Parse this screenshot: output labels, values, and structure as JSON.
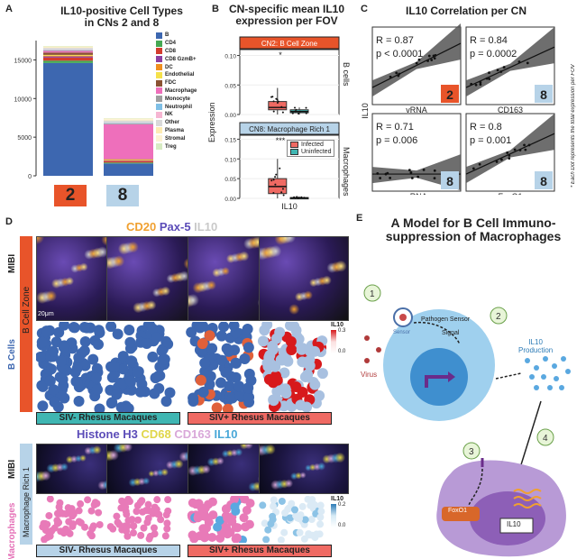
{
  "panel_labels": {
    "a": "A",
    "b": "B",
    "c": "C",
    "d": "D",
    "e": "E"
  },
  "panel_a": {
    "title_line1": "IL10-positive Cell Types",
    "title_line2": "in CNs 2 and 8",
    "cn_badges": [
      {
        "label": "2",
        "color": "#e8542a"
      },
      {
        "label": "8",
        "color": "#b7d3e8"
      }
    ],
    "legend": [
      {
        "label": "B",
        "color": "#3d67b0"
      },
      {
        "label": "CD4",
        "color": "#45a853"
      },
      {
        "label": "CD8",
        "color": "#d33c2e"
      },
      {
        "label": "CD8 GzmB+",
        "color": "#8c3fa1"
      },
      {
        "label": "DC",
        "color": "#f08f1f"
      },
      {
        "label": "Endothelial",
        "color": "#f5e14a"
      },
      {
        "label": "FDC",
        "color": "#8a5232"
      },
      {
        "label": "Macrophage",
        "color": "#ee6fbb"
      },
      {
        "label": "Monocyte",
        "color": "#9e9e9e"
      },
      {
        "label": "Neutrophil",
        "color": "#7fbfe6"
      },
      {
        "label": "NK",
        "color": "#f6b6d2"
      },
      {
        "label": "Other",
        "color": "#d9d9d9"
      },
      {
        "label": "Plasma",
        "color": "#fdebb3"
      },
      {
        "label": "Stromal",
        "color": "#fdf3d3"
      },
      {
        "label": "Treg",
        "color": "#d7ebc3"
      }
    ]
  },
  "panel_b": {
    "title_line1": "CN-specific mean IL10",
    "title_line2": "expression per FOV",
    "ylabel": "Expression",
    "xlabel": "IL10",
    "top_strip": "CN2: B Cell Zone",
    "bottom_strip": "CN8: Macrophage Rich 1",
    "top_side": "B cells",
    "bottom_side": "Macrophages",
    "top_sig": "*",
    "bottom_sig": "***",
    "legend": [
      {
        "label": "Infected",
        "color": "#ef6a63"
      },
      {
        "label": "Uninfected",
        "color": "#3fb6b2"
      }
    ]
  },
  "panel_c": {
    "title": "IL10 Correlation per CN",
    "side_note": "* Each Dot represents the total expression per FOV",
    "ylabel": "IL10",
    "cells": [
      {
        "r": "R = 0.87",
        "p": "p < 0.0001",
        "badge": "2",
        "xlab": "vRNA"
      },
      {
        "r": "R = 0.84",
        "p": "p = 0.0002",
        "badge": "8",
        "xlab": "CD163"
      },
      {
        "r": "R = 0.71",
        "p": "p = 0.006",
        "badge": "8",
        "xlab": "vRNA"
      },
      {
        "r": "R = 0.8",
        "p": "p = 0.001",
        "badge": "8",
        "xlab": "FoxO1"
      }
    ]
  },
  "panel_d": {
    "header_top": [
      {
        "t": "CD20 ",
        "c": "#f0a030"
      },
      {
        "t": "Pax-5 ",
        "c": "#5b4cb8"
      },
      {
        "t": "IL10",
        "c": "#c9c9c9"
      }
    ],
    "header_bottom": [
      {
        "t": "Histone H3 ",
        "c": "#5b4cb8"
      },
      {
        "t": "CD68 ",
        "c": "#e0d64a"
      },
      {
        "t": "CD163 ",
        "c": "#d9a8d9"
      },
      {
        "t": "IL10",
        "c": "#4aa8d8"
      }
    ],
    "mibi": "MIBI",
    "top_region": "B Cell Zone",
    "top_cells": "B Cells",
    "bottom_region": "Macrophage Rich 1",
    "bottom_cells": "Macrophages",
    "scale": "20μm",
    "band_neg": "SIV- Rhesus Macaques",
    "band_pos": "SIV+ Rhesus Macaques",
    "cbar_top": {
      "title": "IL10",
      "max": "0.3",
      "min": "0.0"
    },
    "cbar_bottom": {
      "title": "IL10",
      "max": "0.2",
      "min": "0.0"
    }
  },
  "panel_e": {
    "title_line1": "A Model for B Cell Immuno-",
    "title_line2": "suppression of Macrophages",
    "pathogen_sensor": "Pathogen Sensor",
    "sensor": "Sensor",
    "signal": "Signal",
    "virus": "Virus",
    "il10_production": "IL10\nProduction",
    "foxo1": "FoxO1",
    "il10": "IL10",
    "steps": [
      "1",
      "2",
      "3",
      "4"
    ]
  },
  "chart_data": [
    {
      "type": "bar",
      "title": "IL10-positive Cell Types in CNs 2 and 8",
      "categories": [
        "2",
        "8"
      ],
      "ylim": [
        0,
        17500
      ],
      "yticks": [
        0,
        5000,
        10000,
        15000
      ],
      "series": [
        {
          "name": "B",
          "values": [
            14600,
            1600
          ]
        },
        {
          "name": "CD4",
          "values": [
            300,
            120
          ]
        },
        {
          "name": "CD8",
          "values": [
            400,
            150
          ]
        },
        {
          "name": "CD8 GzmB+",
          "values": [
            150,
            80
          ]
        },
        {
          "name": "DC",
          "values": [
            100,
            100
          ]
        },
        {
          "name": "Endothelial",
          "values": [
            100,
            80
          ]
        },
        {
          "name": "FDC",
          "values": [
            300,
            30
          ]
        },
        {
          "name": "Macrophage",
          "values": [
            200,
            4500
          ]
        },
        {
          "name": "Monocyte",
          "values": [
            100,
            100
          ]
        },
        {
          "name": "Neutrophil",
          "values": [
            50,
            60
          ]
        },
        {
          "name": "NK",
          "values": [
            60,
            40
          ]
        },
        {
          "name": "Other",
          "values": [
            200,
            300
          ]
        },
        {
          "name": "Plasma",
          "values": [
            80,
            60
          ]
        },
        {
          "name": "Stromal",
          "values": [
            100,
            200
          ]
        },
        {
          "name": "Treg",
          "values": [
            60,
            50
          ]
        }
      ]
    },
    {
      "type": "box",
      "title": "CN-specific mean IL10 expression per FOV",
      "facets": [
        {
          "name": "CN2: B Cell Zone",
          "ylim": [
            0,
            0.11
          ],
          "yticks": [
            "0.00",
            "0.05",
            "0.10"
          ],
          "groups": [
            {
              "name": "Infected",
              "q1": 0.008,
              "med": 0.012,
              "q3": 0.022,
              "lo": 0.0,
              "hi": 0.045
            },
            {
              "name": "Uninfected",
              "q1": 0.003,
              "med": 0.005,
              "q3": 0.008,
              "lo": 0.0,
              "hi": 0.012
            }
          ]
        },
        {
          "name": "CN8: Macrophage Rich 1",
          "ylim": [
            0,
            0.16
          ],
          "yticks": [
            "0.00",
            "0.05",
            "0.10",
            "0.15"
          ],
          "groups": [
            {
              "name": "Infected",
              "q1": 0.012,
              "med": 0.03,
              "q3": 0.05,
              "lo": 0.0,
              "hi": 0.1
            },
            {
              "name": "Uninfected",
              "q1": 0.0,
              "med": 0.001,
              "q3": 0.002,
              "lo": 0.0,
              "hi": 0.004
            }
          ]
        }
      ]
    }
  ]
}
